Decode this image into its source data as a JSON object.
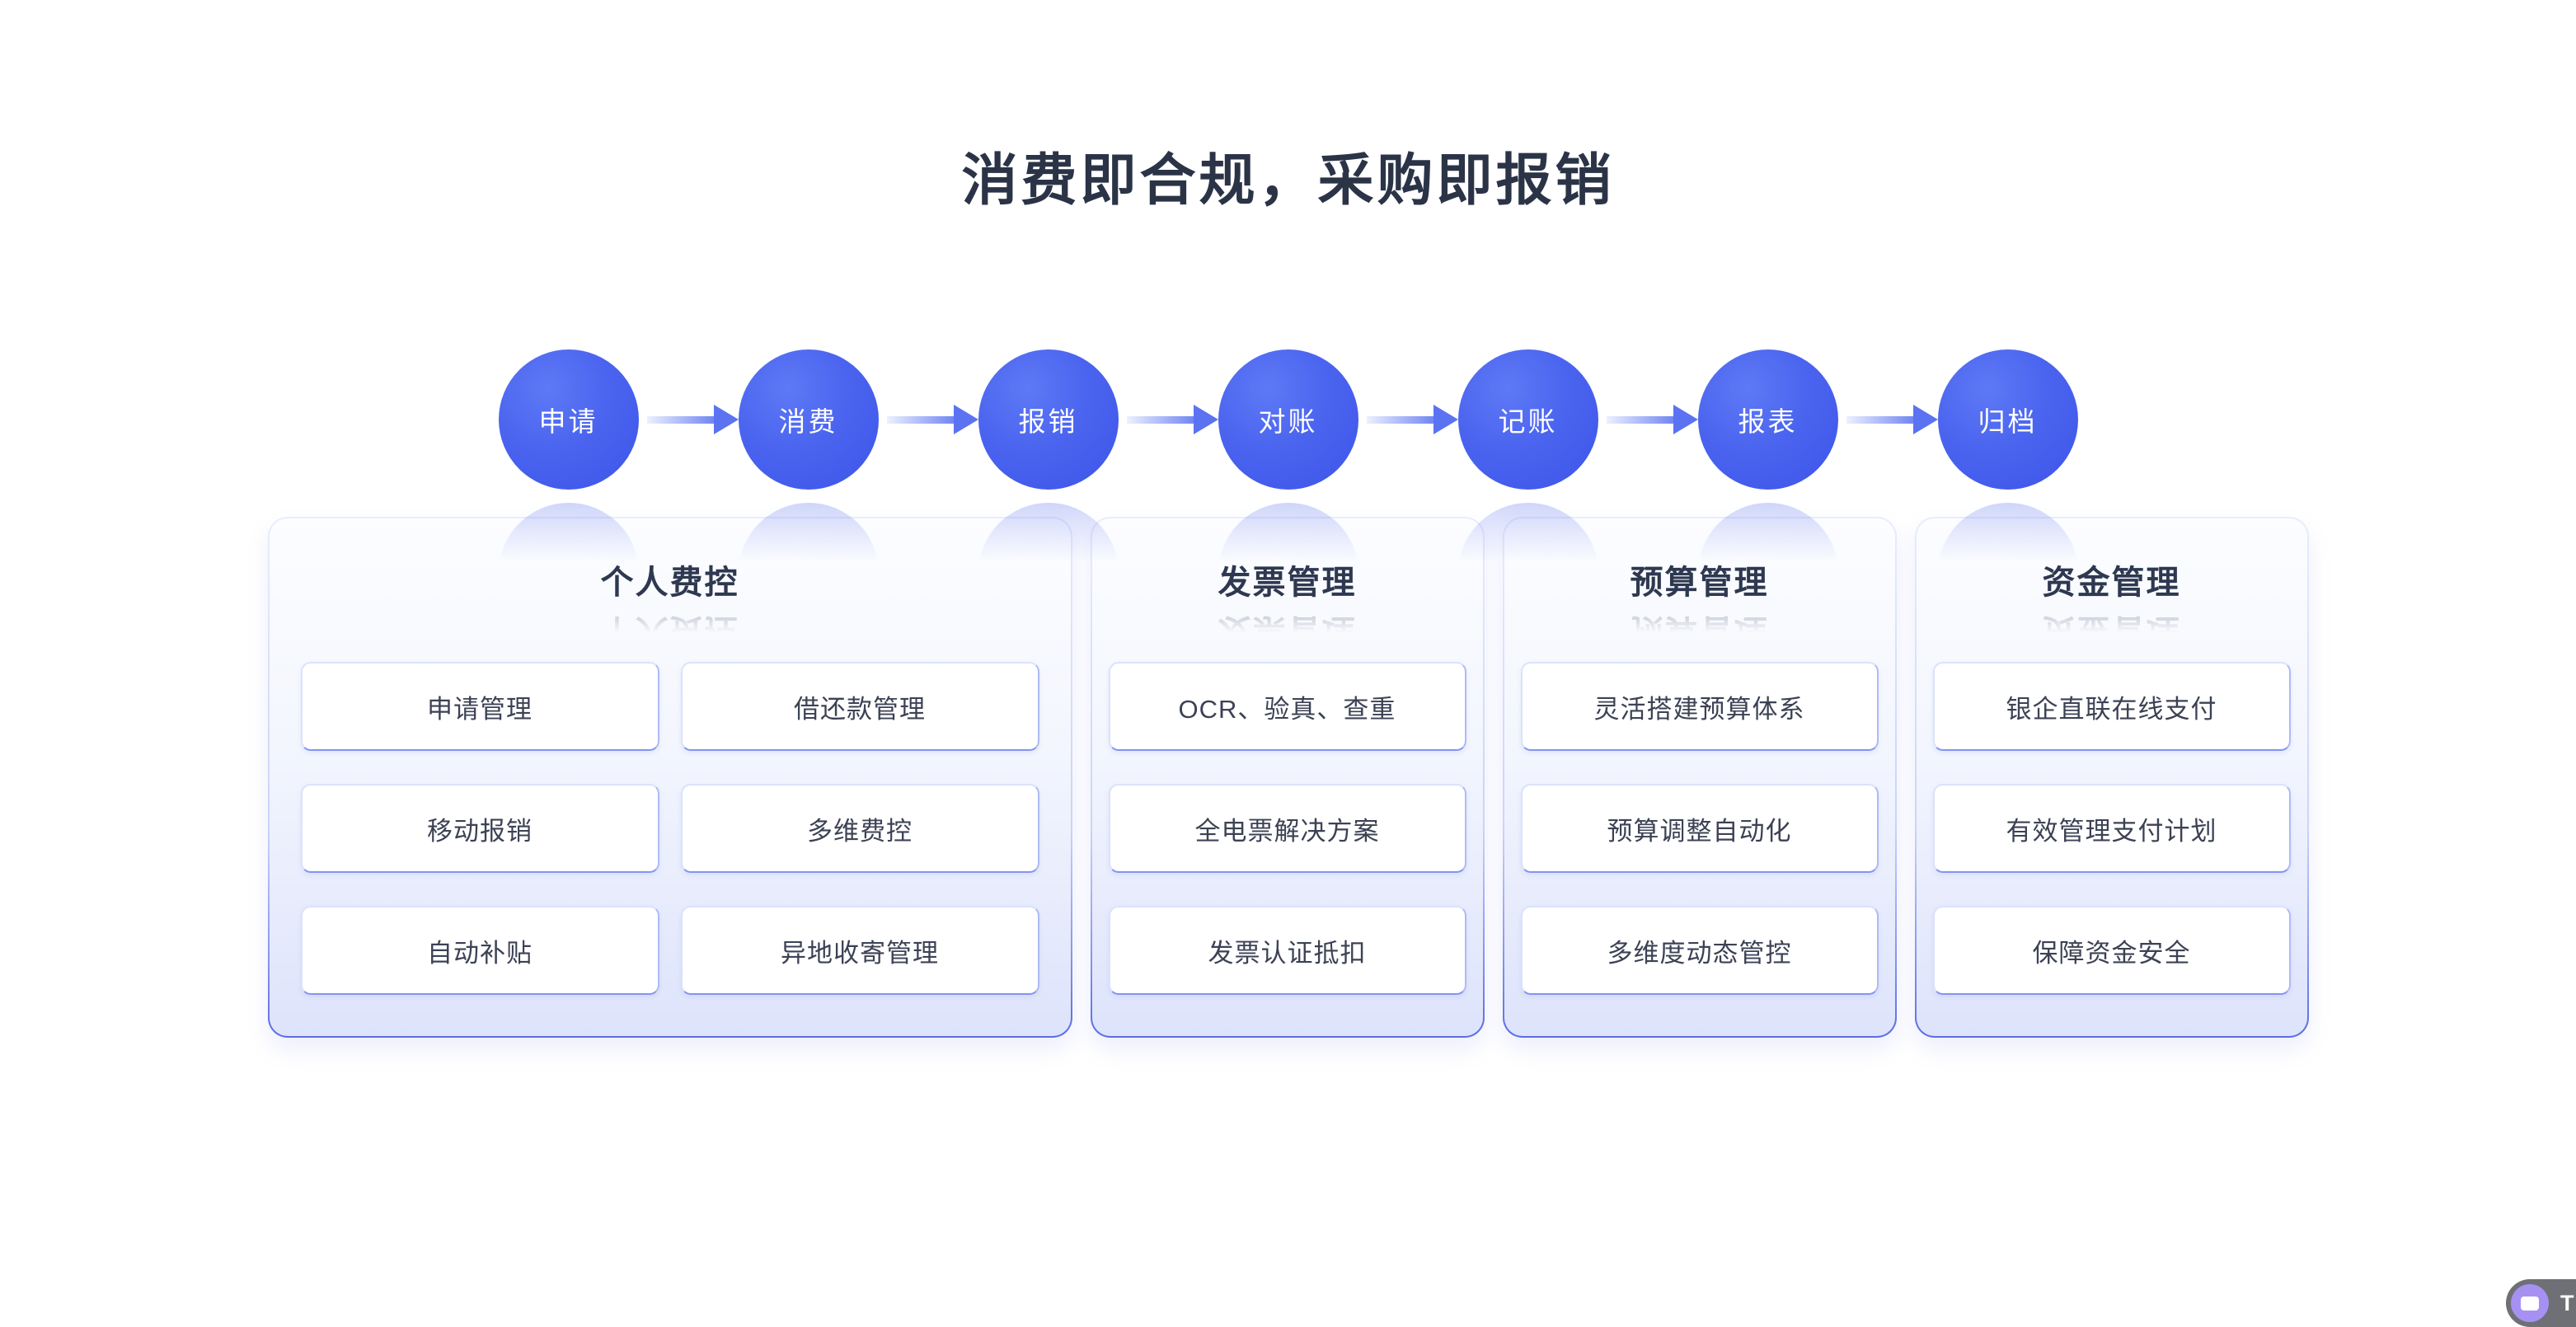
{
  "page": {
    "title": "消费即合规，采购即报销",
    "colors": {
      "background": "#ffffff",
      "title_text": "#2b3447",
      "item_text": "#3c4254",
      "circle_blue": "#4b64ef",
      "arrow_blue": "#5b72f1",
      "panel_fill_bottom": "#dde3fb",
      "panel_border_bottom": "#5b6ce6"
    }
  },
  "flow": {
    "steps": [
      "申请",
      "消费",
      "报销",
      "对账",
      "记账",
      "报表",
      "归档"
    ],
    "arrow_icon": "arrow-right-icon"
  },
  "panels": [
    {
      "title": "个人费控",
      "columns": 2,
      "items": [
        "申请管理",
        "借还款管理",
        "移动报销",
        "多维费控",
        "自动补贴",
        "异地收寄管理"
      ]
    },
    {
      "title": "发票管理",
      "columns": 1,
      "items": [
        "OCR、验真、查重",
        "全电票解决方案",
        "发票认证抵扣"
      ]
    },
    {
      "title": "预算管理",
      "columns": 1,
      "items": [
        "灵活搭建预算体系",
        "预算调整自动化",
        "多维度动态管控"
      ]
    },
    {
      "title": "资金管理",
      "columns": 1,
      "items": [
        "银企直联在线支付",
        "有效管理支付计划",
        "保障资金安全"
      ]
    }
  ],
  "watermark": {
    "text": "TIN",
    "icon": "chat-bubble-icon",
    "circle_color": "#a691f2",
    "pill_color": "#6f7076"
  }
}
